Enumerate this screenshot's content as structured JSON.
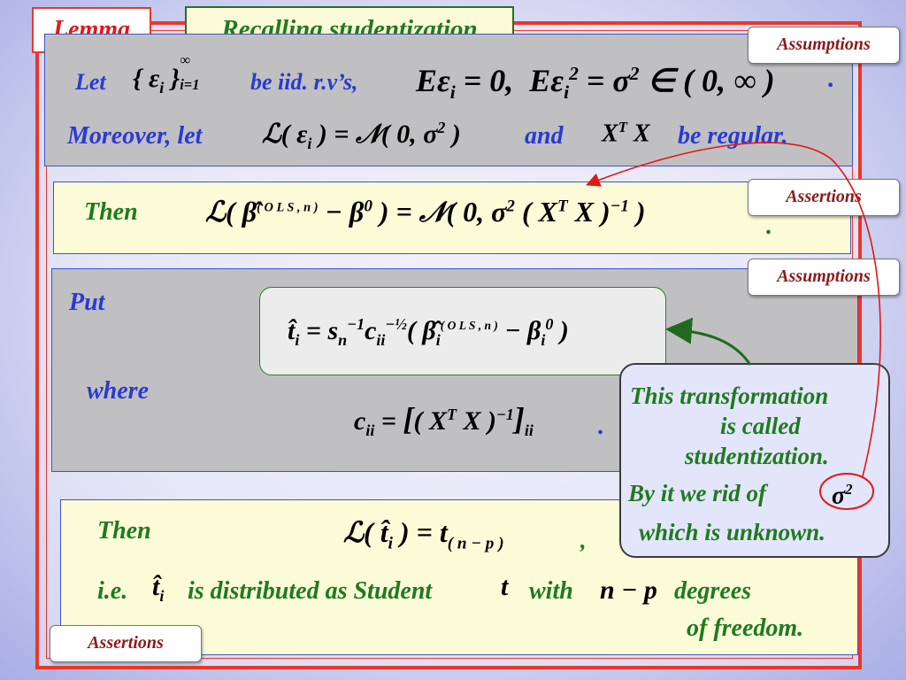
{
  "header": {
    "lemma_label": "Lemma",
    "title": "Recalling studentization"
  },
  "pills": {
    "assumptions_1": "Assumptions",
    "assertions_1": "Assertions",
    "assumptions_2": "Assumptions",
    "assertions_2": "Assertions"
  },
  "assumptions_panel": {
    "let": "Let",
    "be_iid": "be iid. r.v’s,",
    "moreover": "Moreover, let",
    "and": "and",
    "be_regular": "be regular.",
    "period": "."
  },
  "assertion_panel_1": {
    "then": "Then",
    "period": "."
  },
  "put_panel": {
    "put": "Put",
    "where": "where",
    "period": "."
  },
  "callout": {
    "line1": "This transformation",
    "line2": "is called",
    "line3": "studentization.",
    "line4": "By it  we rid of",
    "line5": "which is unknown."
  },
  "assertion_panel_2": {
    "then": "Then",
    "comma": ",",
    "ie": "i.e.",
    "is_distributed": "is distributed as Student",
    "t_symbol": "t",
    "with": "with",
    "n_minus_p": "n − p",
    "degrees": "degrees",
    "of_freedom": "of  freedom."
  },
  "colors": {
    "frame": "#e8382a",
    "blue_text": "#2a3ad2",
    "green_text": "#1f7a1f",
    "assumption_pill_text": "#8b1a1a",
    "gray_panel": "#c0c0c2",
    "yellow_panel": "#fbfbd8"
  }
}
